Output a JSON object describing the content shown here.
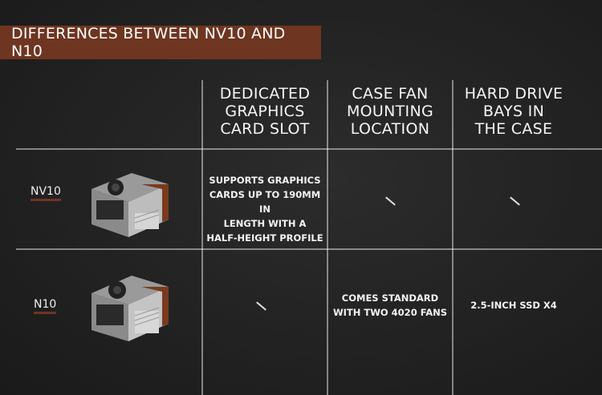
{
  "title": "DIFFERENCES BETWEEN NV10 AND N10",
  "columns": [
    {
      "label": "DEDICATED\nGRAPHICS\nCARD SLOT"
    },
    {
      "label": "CASE FAN\nMOUNTING\nLOCATION"
    },
    {
      "label": "HARD DRIVE\nBAYS IN\nTHE CASE"
    }
  ],
  "rows": [
    {
      "name": "NV10",
      "cells": [
        "SUPPORTS GRAPHICS\nCARDS UP TO 190MM IN\nLENGTH WITH A\nHALF-HEIGHT PROFILE",
        "",
        ""
      ]
    },
    {
      "name": "N10",
      "cells": [
        "",
        "COMES STANDARD\nWITH TWO 4020 FANS",
        "2.5-INCH SSD X4"
      ]
    }
  ],
  "colors": {
    "accent": "#6e3520",
    "wood": "#7a3a1e",
    "case": "#c9c9c9"
  },
  "icons": [
    "pc-case-nv10-image",
    "pc-case-n10-image",
    "not-applicable-dash"
  ]
}
